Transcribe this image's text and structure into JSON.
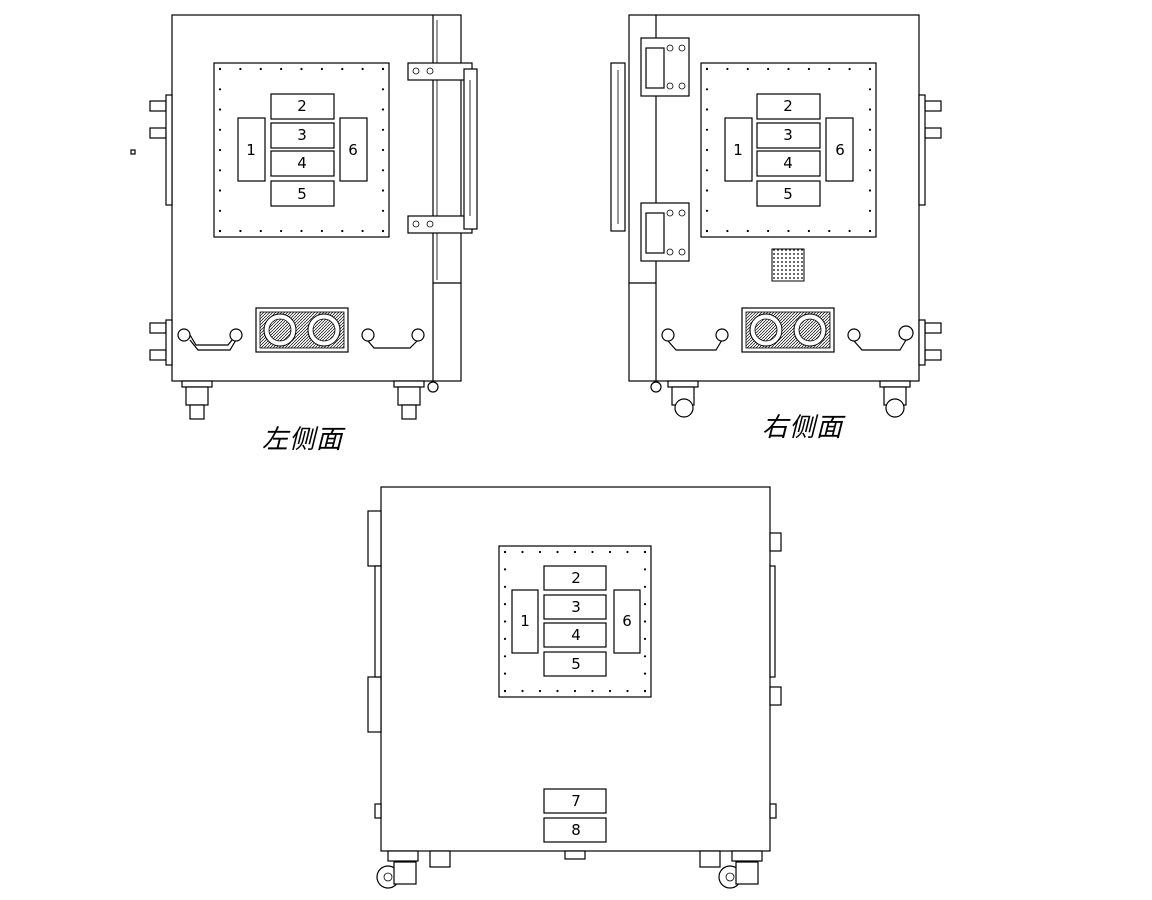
{
  "views": {
    "left": {
      "caption": "左侧面",
      "panels": [
        "1",
        "2",
        "3",
        "4",
        "5",
        "6"
      ]
    },
    "right": {
      "caption": "右侧面",
      "panels": [
        "1",
        "2",
        "3",
        "4",
        "5",
        "6"
      ]
    },
    "front": {
      "panels": [
        "1",
        "2",
        "3",
        "4",
        "5",
        "6"
      ],
      "lower_panels": [
        "7",
        "8"
      ]
    }
  }
}
